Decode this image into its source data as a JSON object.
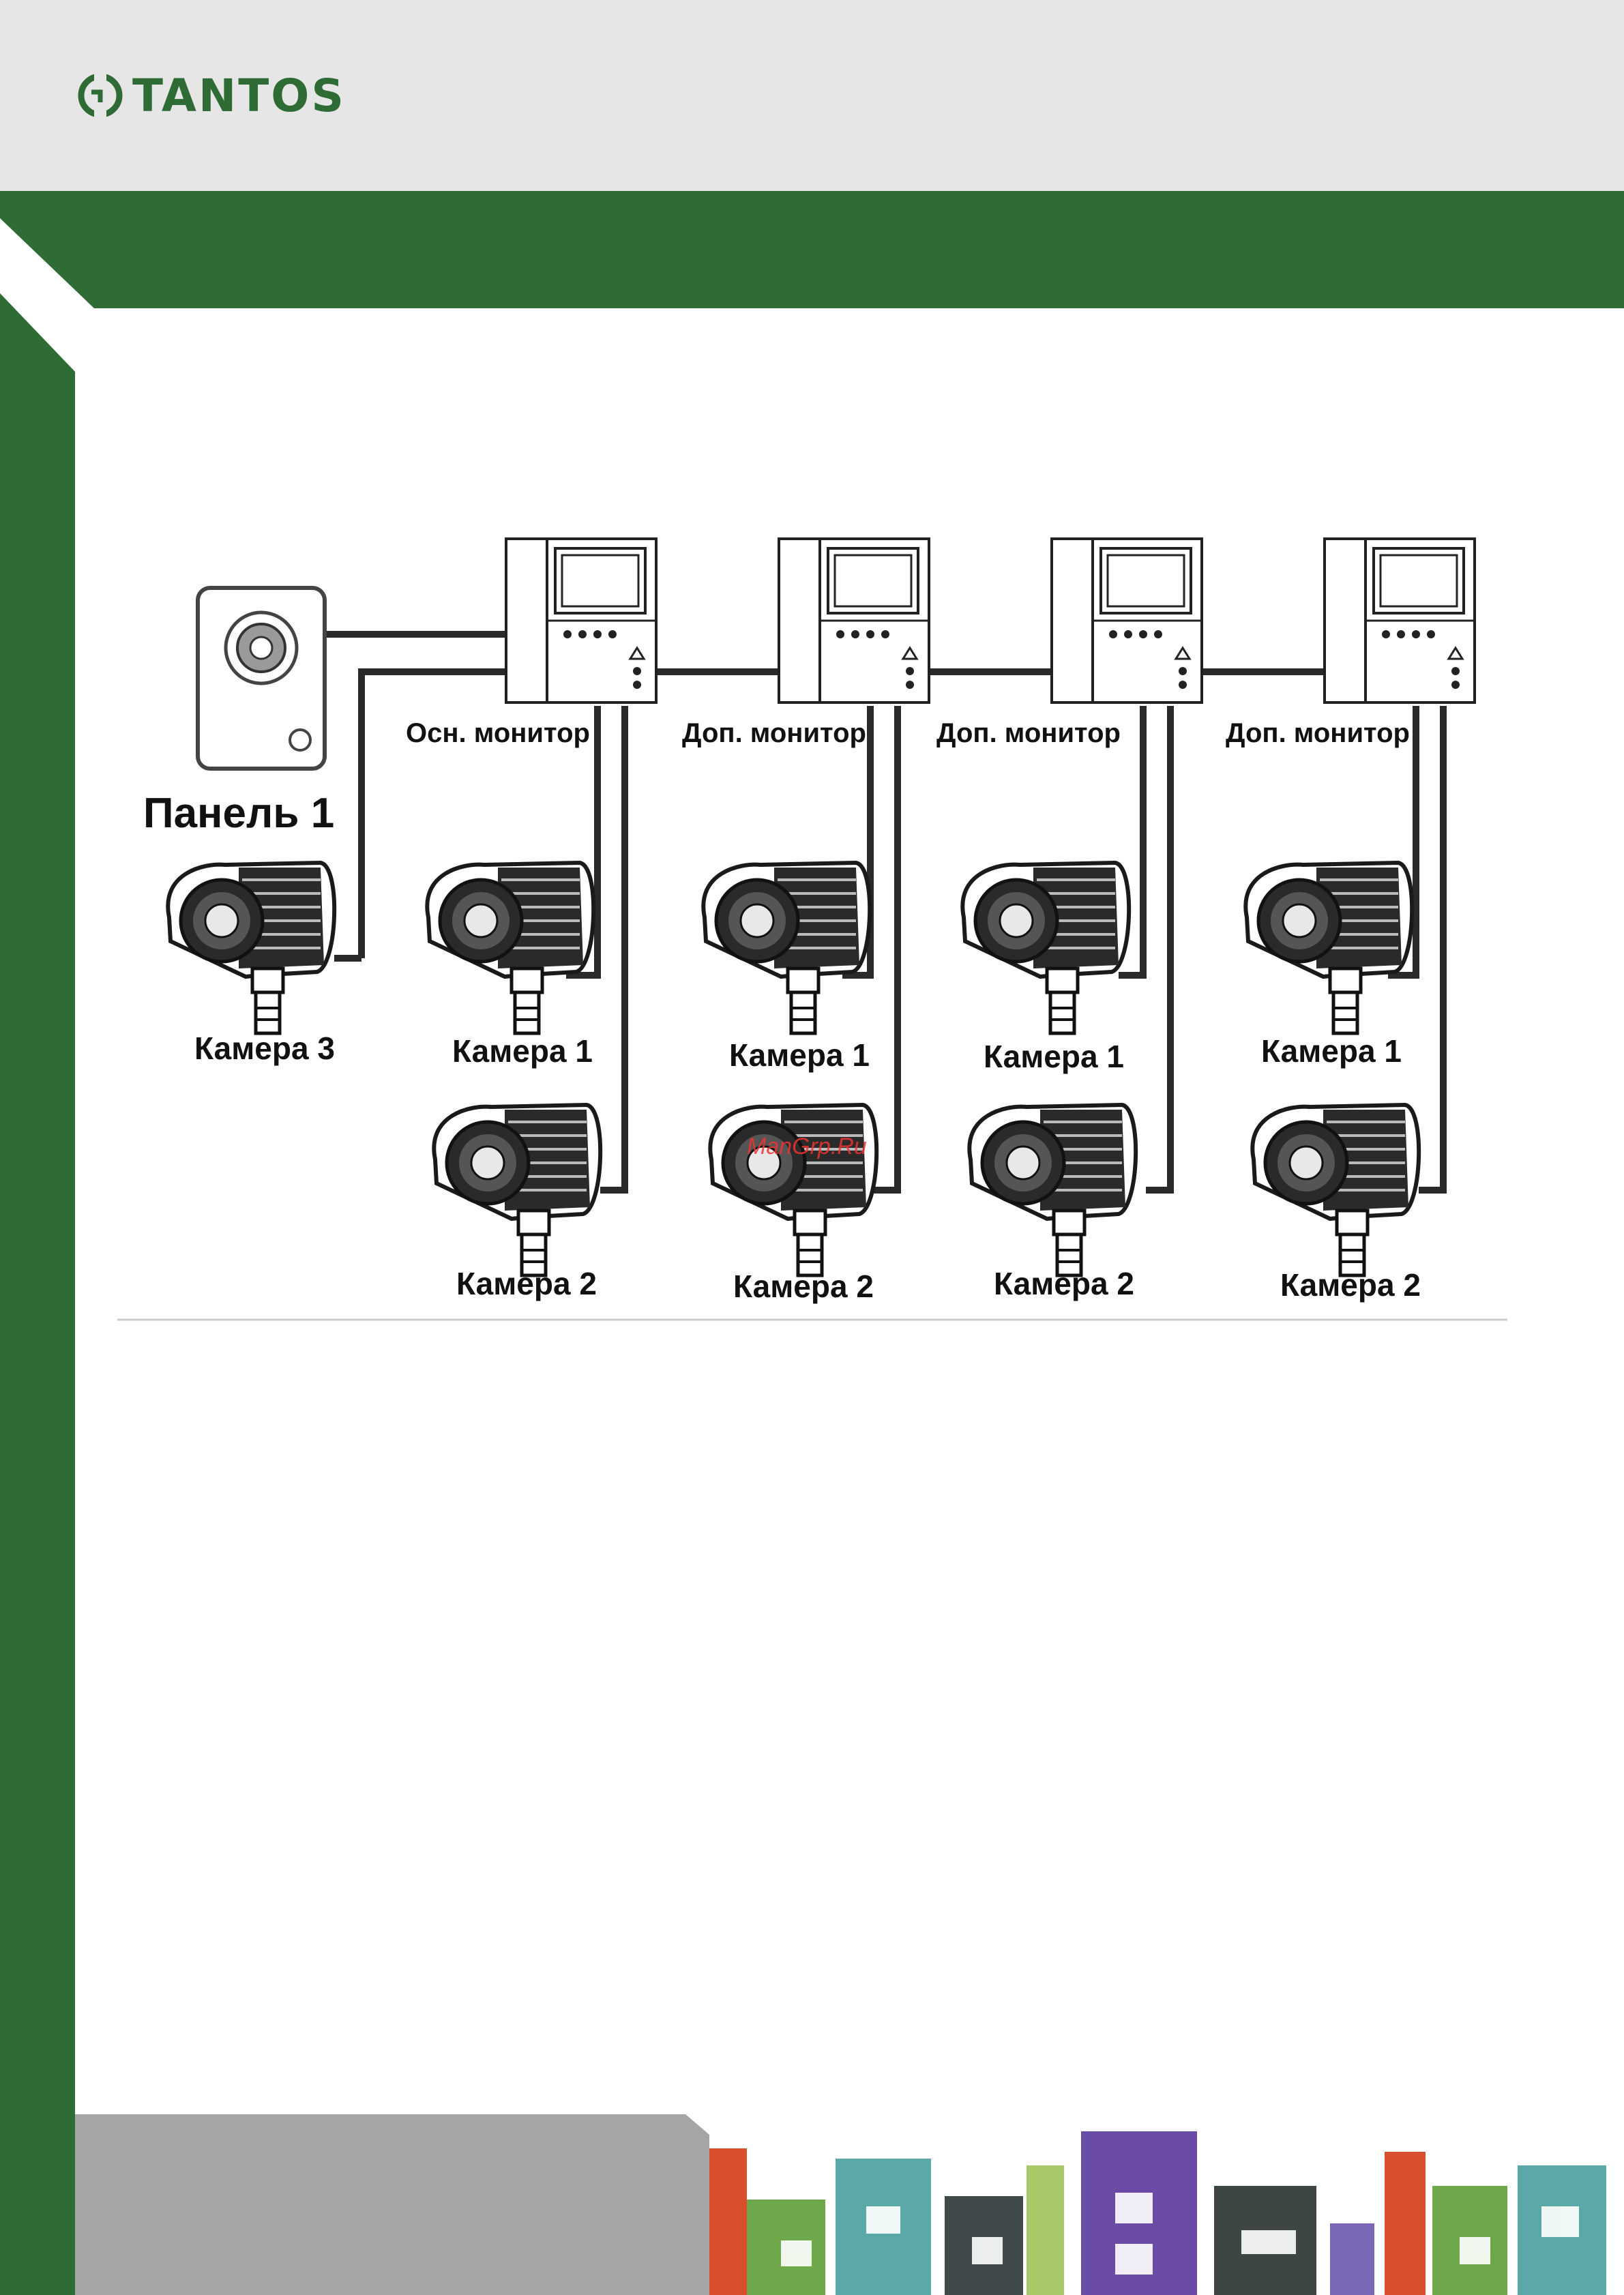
{
  "brand": {
    "name": "TANTOS",
    "color": "#2e6b35"
  },
  "colors": {
    "green": "#2e6b35",
    "gray": "#e6e6e6",
    "frame_gray": "#9a9a9a"
  },
  "labels": {
    "panel": "Панель 1",
    "main_monitor": "Осн. монитор",
    "extra_monitor": "Доп. монитор",
    "camera1": "Камера 1",
    "camera2": "Камера 2",
    "camera3": "Камера 3"
  },
  "watermark": "ManGrp.Ru"
}
